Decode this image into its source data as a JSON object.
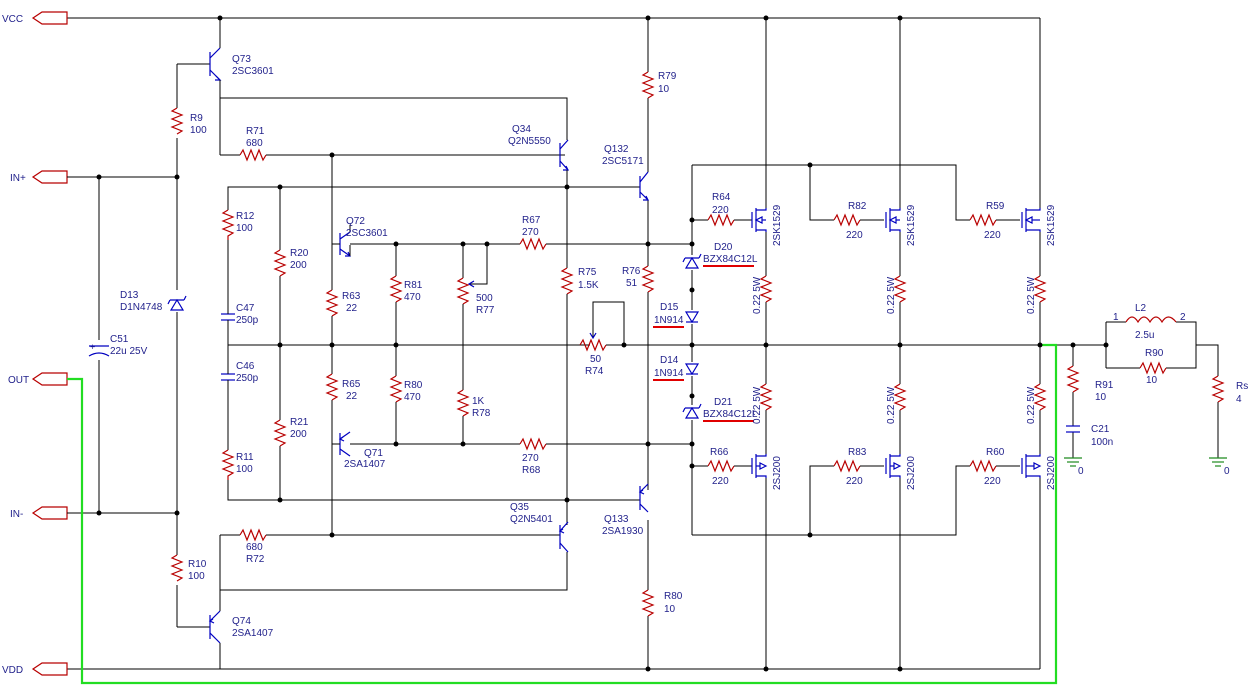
{
  "ports": {
    "vcc": "VCC",
    "in_plus": "IN+",
    "out": "OUT",
    "in_minus": "IN-",
    "vdd": "VDD"
  },
  "ground_labels": {
    "gnd1": "0",
    "gnd2": "0"
  },
  "components": {
    "q73": {
      "ref": "Q73",
      "value": "2SC3601"
    },
    "q74": {
      "ref": "Q74",
      "value": "2SA1407"
    },
    "q34": {
      "ref": "Q34",
      "value": "Q2N5550"
    },
    "q35": {
      "ref": "Q35",
      "value": "Q2N5401"
    },
    "q72": {
      "ref": "Q72",
      "value": "2SC3601"
    },
    "q71": {
      "ref": "Q71",
      "value": "2SA1407"
    },
    "q132": {
      "ref": "Q132",
      "value": "2SC5171"
    },
    "q133": {
      "ref": "Q133",
      "value": "2SA1930"
    },
    "r9": {
      "ref": "R9",
      "value": "100"
    },
    "r10": {
      "ref": "R10",
      "value": "100"
    },
    "r71": {
      "ref": "R71",
      "value": "680"
    },
    "r72": {
      "ref": "R72",
      "value": "680"
    },
    "r12": {
      "ref": "R12",
      "value": "100"
    },
    "r11": {
      "ref": "R11",
      "value": "100"
    },
    "r20": {
      "ref": "R20",
      "value": "200"
    },
    "r21": {
      "ref": "R21",
      "value": "200"
    },
    "c47": {
      "ref": "C47",
      "value": "250p"
    },
    "c46": {
      "ref": "C46",
      "value": "250p"
    },
    "r63": {
      "ref": "R63",
      "value": "22"
    },
    "r65": {
      "ref": "R65",
      "value": "22"
    },
    "r81": {
      "ref": "R81",
      "value": "470"
    },
    "r80a": {
      "ref": "R80",
      "value": "470"
    },
    "r77": {
      "ref": "R77",
      "value": "500"
    },
    "r78": {
      "ref": "R78",
      "value": "1K"
    },
    "r67": {
      "ref": "R67",
      "value": "270"
    },
    "r68": {
      "ref": "R68",
      "value": "270"
    },
    "r75": {
      "ref": "R75",
      "value": "1.5K"
    },
    "r76": {
      "ref": "R76",
      "value": "51"
    },
    "r74": {
      "ref": "R74",
      "value": "50"
    },
    "r79": {
      "ref": "R79",
      "value": "10"
    },
    "r80b": {
      "ref": "R80",
      "value": "10"
    },
    "d13": {
      "ref": "D13",
      "value": "D1N4748"
    },
    "c51": {
      "ref": "C51",
      "value": "22u 25V"
    },
    "d20": {
      "ref": "D20",
      "value": "BZX84C12L"
    },
    "d21": {
      "ref": "D21",
      "value": "BZX84C12L"
    },
    "d15": {
      "ref": "D15",
      "value": "1N914"
    },
    "d14": {
      "ref": "D14",
      "value": "1N914"
    },
    "r64": {
      "ref": "R64",
      "value": "220"
    },
    "r82": {
      "ref": "R82",
      "value": "220"
    },
    "r59": {
      "ref": "R59",
      "value": "220"
    },
    "r66": {
      "ref": "R66",
      "value": "220"
    },
    "r83": {
      "ref": "R83",
      "value": "220"
    },
    "r60": {
      "ref": "R60",
      "value": "220"
    },
    "m_top1": {
      "value": "2SK1529"
    },
    "m_top2": {
      "value": "2SK1529"
    },
    "m_top3": {
      "value": "2SK1529"
    },
    "m_bot1": {
      "value": "2SJ200"
    },
    "m_bot2": {
      "value": "2SJ200"
    },
    "m_bot3": {
      "value": "2SJ200"
    },
    "rs_top1": {
      "value": "0.22 5W"
    },
    "rs_top2": {
      "value": "0.22 5W"
    },
    "rs_top3": {
      "value": "0.22 5W"
    },
    "rs_bot1": {
      "value": "0.22 5W"
    },
    "rs_bot2": {
      "value": "0.22 5W"
    },
    "rs_bot3": {
      "value": "0.22 5W"
    },
    "r91": {
      "ref": "R91",
      "value": "10"
    },
    "c21": {
      "ref": "C21",
      "value": "100n"
    },
    "l2": {
      "ref": "L2",
      "value": "2.5u",
      "pin1": "1",
      "pin2": "2"
    },
    "r90": {
      "ref": "R90",
      "value": "10"
    },
    "rs": {
      "ref": "Rs",
      "value": "4"
    }
  },
  "colors": {
    "wire": "#000000",
    "resistor": "#b80000",
    "component": "#0000c0",
    "label": "#1f1f8a",
    "feedback_wire": "#22dd22",
    "highlight_underline": "#e00000"
  }
}
